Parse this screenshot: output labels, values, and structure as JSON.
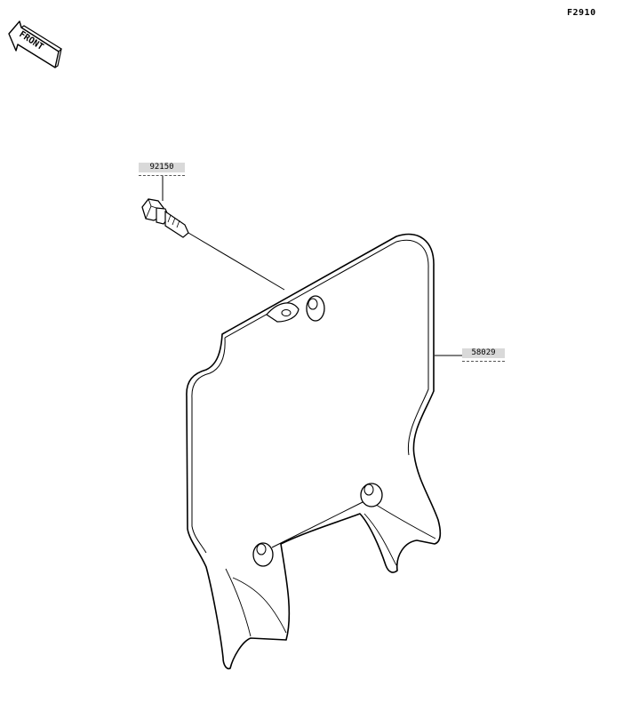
{
  "figure_code": "F2910",
  "front_indicator": "FRONT",
  "parts": [
    {
      "number": "92150",
      "name": "bolt"
    },
    {
      "number": "58029",
      "name": "number-plate"
    }
  ]
}
